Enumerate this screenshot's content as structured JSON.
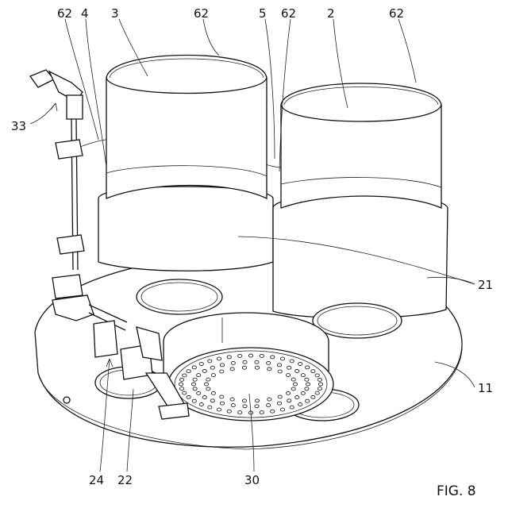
{
  "figure": {
    "caption": "FIG. 8"
  },
  "labels": {
    "l62a": "62",
    "l4": "4",
    "l3": "3",
    "l62b": "62",
    "l5": "5",
    "l62c": "62",
    "l2": "2",
    "l62d": "62",
    "l33": "33",
    "l21": "21",
    "l11": "11",
    "l24": "24",
    "l22": "22",
    "l30": "30"
  }
}
